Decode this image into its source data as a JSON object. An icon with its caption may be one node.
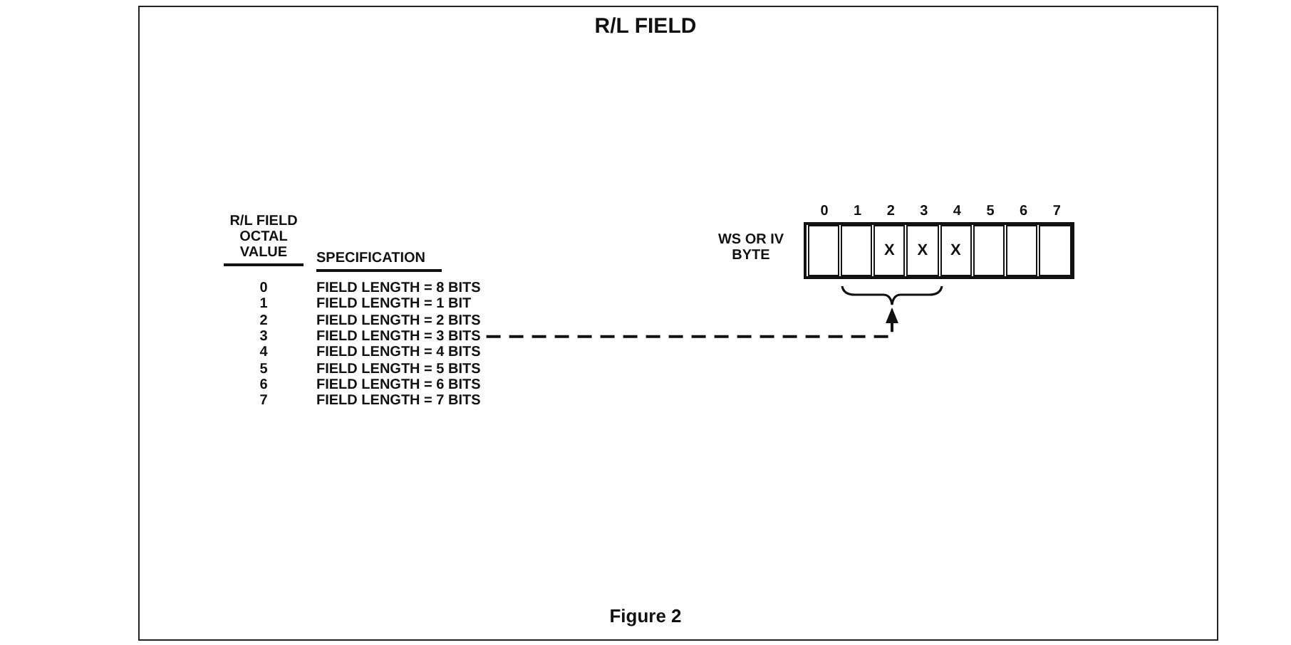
{
  "diagram": {
    "title": "R/L FIELD",
    "caption": "Figure 2",
    "nodes": [
      {
        "text": [
          "FIELD LENGTH = 3 BITS"
        ]
      },
      {
        "text": [
          "WS OR IV BYTE"
        ]
      },
      {
        "text": [],
        "shape": "box",
        "in": 1
      },
      {
        "text": [],
        "shape": "box",
        "in": 1
      },
      {
        "text": [
          "X"
        ],
        "in": 1
      },
      {
        "text": [
          "X"
        ],
        "in": 1
      },
      {
        "text": [
          "X"
        ],
        "in": 1
      },
      {
        "text": [],
        "shape": "box",
        "in": 1
      },
      {
        "text": [],
        "shape": "box",
        "in": 1
      },
      {
        "text": [],
        "shape": "box",
        "in": 1
      },
      {
        "text": [],
        "shape": "bracket"
      }
    ],
    "edges": [
      {
        "from": 0,
        "to": 10,
        "arrow": "to",
        "style": "dashed"
      }
    ],
    "labels": [
      "R/L FIELD OCTAL VALUE",
      "SPECIFICATION",
      "0",
      "FIELD LENGTH = 8 BITS",
      "1",
      "FIELD LENGTH = 1 BIT",
      "2",
      "FIELD LENGTH = 2 BITS",
      "3",
      "4",
      "FIELD LENGTH = 4 BITS",
      "5",
      "FIELD LENGTH = 5 BITS",
      "6",
      "FIELD LENGTH = 6 BITS",
      "7",
      "FIELD LENGTH = 7 BITS",
      "0",
      "1",
      "2",
      "3",
      "4",
      "5",
      "6",
      "7"
    ]
  }
}
